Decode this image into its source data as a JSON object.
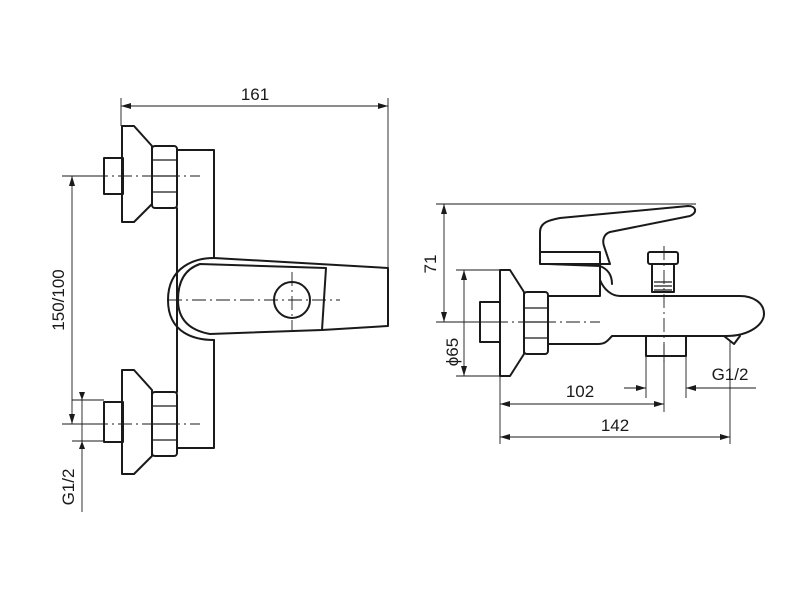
{
  "front_view": {
    "width_label": "161",
    "height_label": "150/100",
    "thread_label": "G1/2"
  },
  "side_view": {
    "height_label": "71",
    "diameter_label": "ϕ65",
    "depth_label": "102",
    "length_label": "142",
    "thread_label": "G1/2"
  }
}
